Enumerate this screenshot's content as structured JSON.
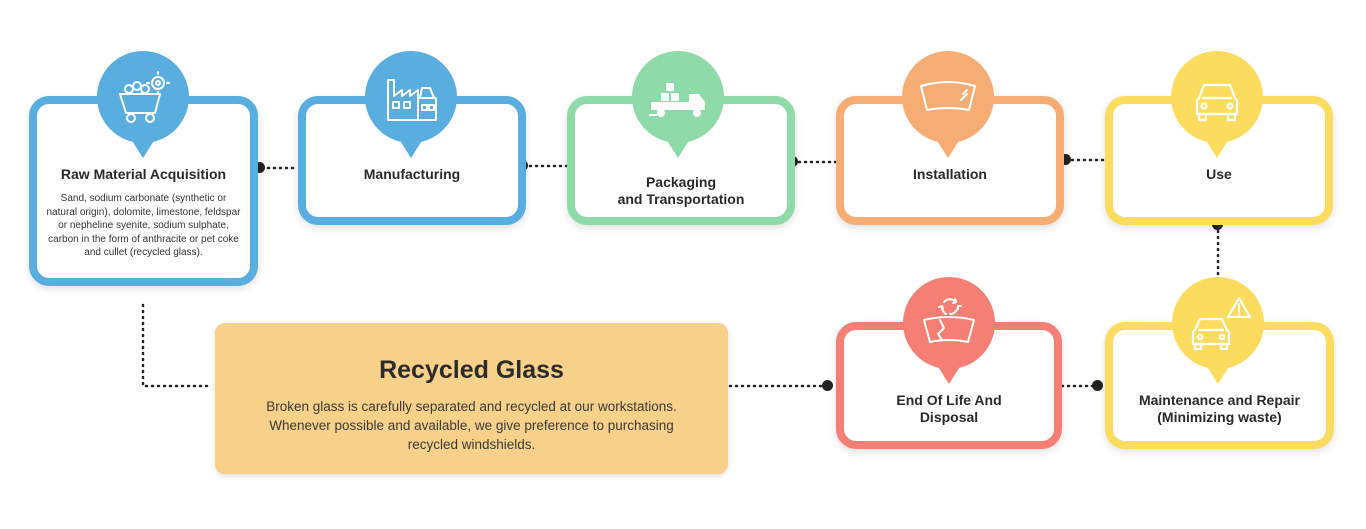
{
  "colors": {
    "blue": "#5aaedf",
    "green": "#8edaa8",
    "orange": "#f5ad74",
    "yellow": "#fcdc5e",
    "red": "#f57f74",
    "recycled_box": "#f7d08a",
    "connector": "#222222"
  },
  "stages": {
    "raw_material": {
      "title": "Raw Material Acquisition",
      "description": "Sand, sodium carbonate (synthetic or natural origin), dolomite, limestone, feldspar or nepheline syenite, sodium sulphate, carbon in the form of anthracite or pet coke and cullet (recycled glass).",
      "icon": "mining-cart-icon"
    },
    "manufacturing": {
      "title": "Manufacturing",
      "icon": "factory-icon"
    },
    "packaging": {
      "title": "Packaging\nand Transportation",
      "icon": "truck-icon"
    },
    "installation": {
      "title": "Installation",
      "icon": "windshield-icon"
    },
    "use": {
      "title": "Use",
      "icon": "car-icon"
    },
    "maintenance": {
      "title": "Maintenance and Repair\n(Minimizing waste)",
      "icon": "car-warning-icon"
    },
    "end_of_life": {
      "title": "End Of Life And\nDisposal",
      "icon": "broken-windshield-recycle-icon"
    }
  },
  "recycled": {
    "title": "Recycled Glass",
    "text": "Broken glass is carefully separated and recycled at our workstations. Whenever possible and available, we give preference to purchasing recycled windshields."
  }
}
